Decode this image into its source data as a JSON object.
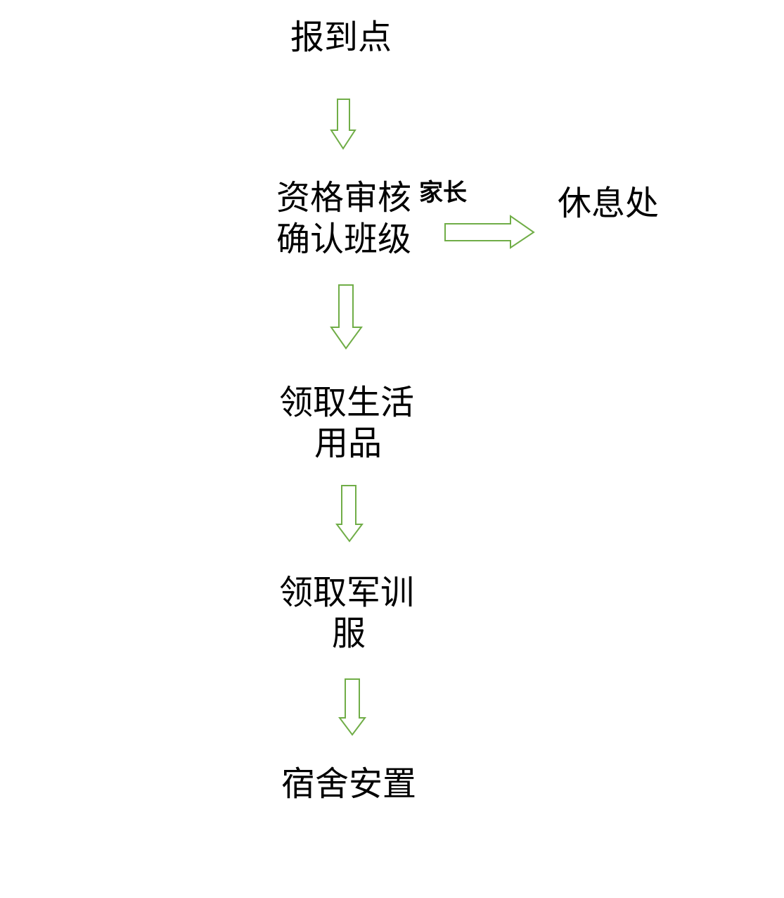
{
  "colors": {
    "arrow": "#70ad47",
    "text": "#000000"
  },
  "nodes": {
    "checkin": "报到点",
    "qualification_line1": "资格审核",
    "qualification_note": "家长",
    "qualification_line2": "确认班级",
    "rest_area": "休息处",
    "supplies_line1": "领取生活",
    "supplies_line2": "用品",
    "uniform_line1": "领取军训",
    "uniform_line2": "服",
    "dorm": "宿舍安置"
  }
}
